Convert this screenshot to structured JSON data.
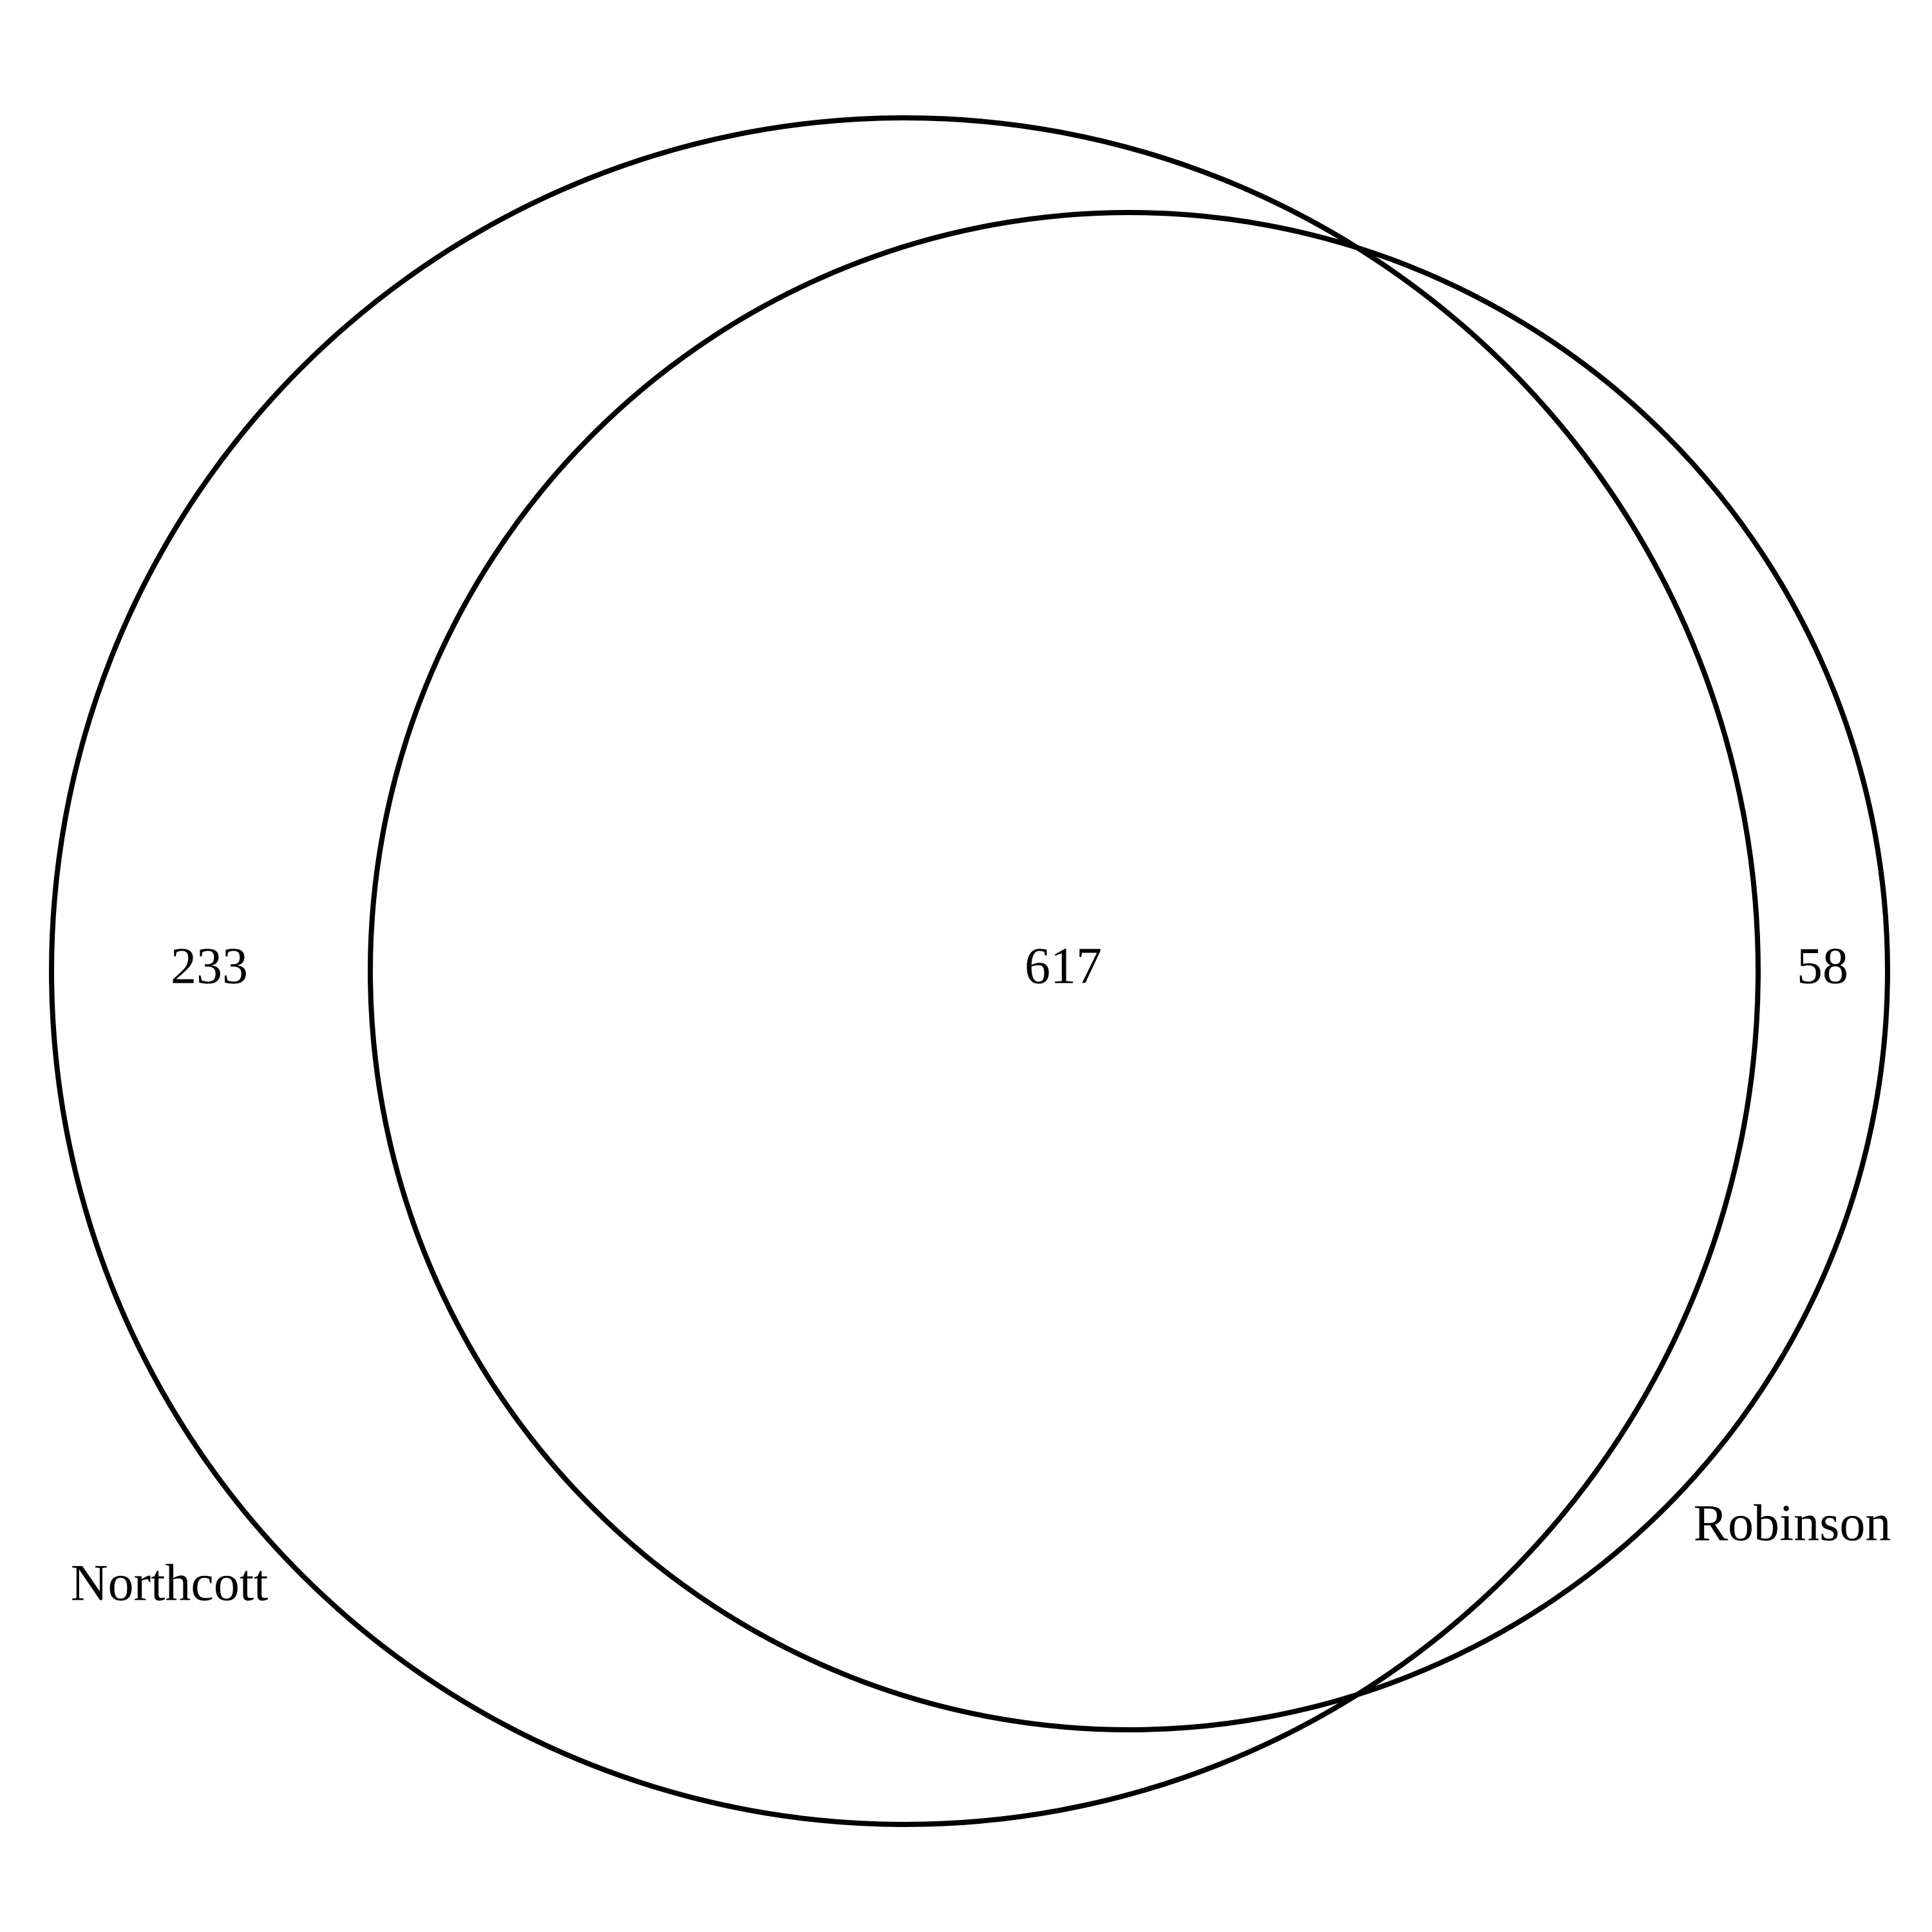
{
  "diagram": {
    "type": "venn",
    "sets": [
      {
        "name": "Northcott",
        "only_count": "233"
      },
      {
        "name": "Robinson",
        "only_count": "58"
      }
    ],
    "intersection_count": "617",
    "stroke_color": "#000000",
    "background_color": "#ffffff"
  }
}
